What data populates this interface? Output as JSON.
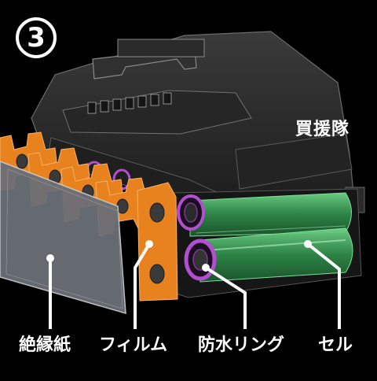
{
  "step_number": "3",
  "brand": "買援隊",
  "labels": {
    "insulation_paper": "絶縁紙",
    "film": "フィルム",
    "waterproof_ring": "防水リング",
    "cell": "セル"
  },
  "colors": {
    "background": "#000000",
    "housing": "#2a2a2a",
    "housing_edge": "#6a6a6a",
    "film": "#e8821e",
    "ring": "#b24fd0",
    "cell": "#3fa85a",
    "paper": "#6b6f76",
    "text": "#ffffff"
  }
}
